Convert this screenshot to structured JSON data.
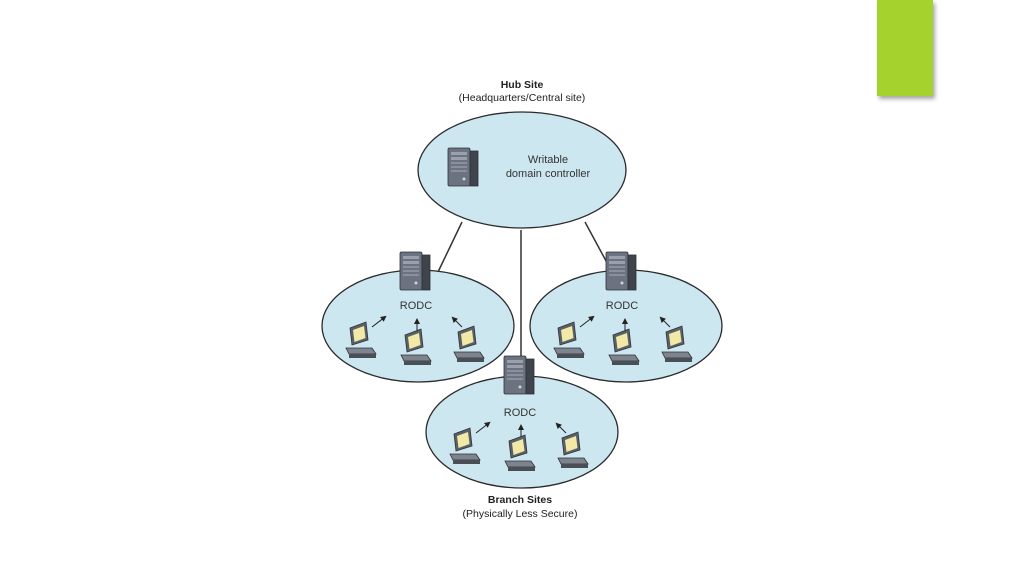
{
  "slide": {
    "accent_color": "#a6d22e"
  },
  "diagram": {
    "hub": {
      "title": "Hub Site",
      "subtitle": "(Headquarters/Central site)",
      "server_label_line1": "Writable",
      "server_label_line2": "domain controller"
    },
    "branches": {
      "title": "Branch Sites",
      "subtitle": "(Physically Less Secure)",
      "left": {
        "server_label": "RODC"
      },
      "right": {
        "server_label": "RODC"
      },
      "bottom": {
        "server_label": "RODC"
      }
    },
    "colors": {
      "site_fill": "#cde7f0",
      "site_stroke": "#2b2b2b",
      "link": "#333333",
      "screen": "#f3e9a6"
    },
    "icons": [
      "server-tower-icon",
      "workstation-icon"
    ]
  }
}
